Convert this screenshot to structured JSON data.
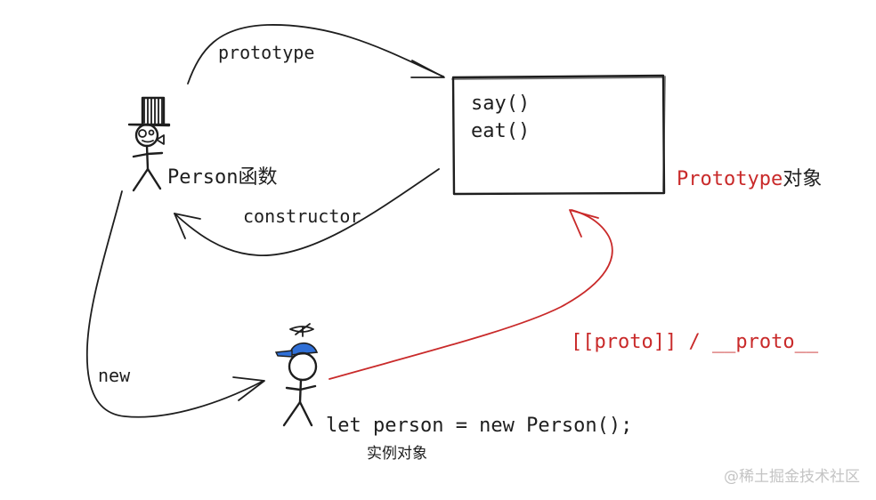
{
  "labels": {
    "prototype_edge": "prototype",
    "constructor_edge": "constructor",
    "new_edge": "new",
    "proto_link": "[[proto]] / __proto__",
    "person_function_en": "Person",
    "person_function_cn": "函数",
    "prototype_object_en": "Prototype",
    "prototype_object_cn": "对象",
    "instance_code": "let person = new Person();",
    "instance_caption": "实例对象"
  },
  "prototype_box": {
    "methods": [
      "say()",
      "eat()"
    ]
  },
  "watermark": "@稀土掘金技术社区",
  "colors": {
    "ink": "#1e1e1e",
    "accent_red": "#c92a2a",
    "cap_blue": "#2f6fd6",
    "watermark": "#c4c4c4"
  }
}
